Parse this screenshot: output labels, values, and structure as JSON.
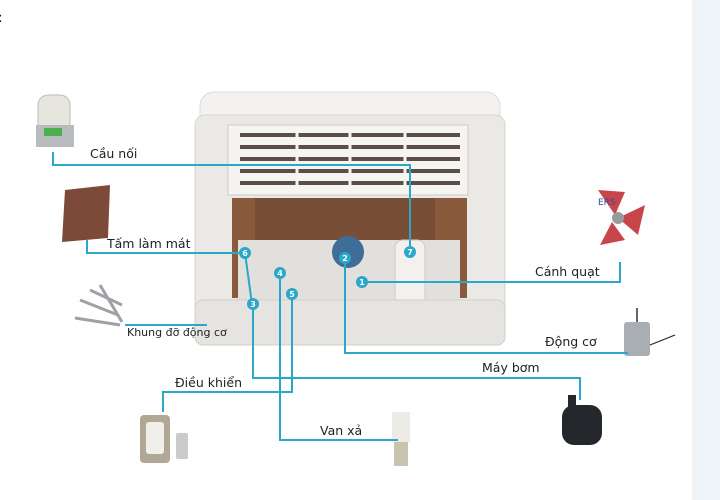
{
  "colors": {
    "line": "#2aa7c9",
    "panel": "#eef4f7",
    "pad": "#8a5a3c",
    "body": "#e8e6e2"
  },
  "header_mark": ":",
  "parts": [
    {
      "label": "Cầu nối",
      "marker": "7",
      "icon": "float-valve-icon"
    },
    {
      "label": "Tấm làm mát",
      "marker": "6",
      "icon": "cooling-pad-icon"
    },
    {
      "label": "Cánh quạt",
      "marker": "1",
      "icon": "fan-blade-icon"
    },
    {
      "label": "Khung đỡ động cơ",
      "marker": "",
      "icon": "motor-bracket-icon"
    },
    {
      "label": "Động cơ",
      "marker": "2",
      "icon": "motor-icon"
    },
    {
      "label": "Máy bơm",
      "marker": "3",
      "icon": "pump-icon"
    },
    {
      "label": "Điều khiển",
      "marker": "5",
      "icon": "controller-icon"
    },
    {
      "label": "Van xả",
      "marker": "4",
      "icon": "drain-valve-icon"
    }
  ],
  "fan_logo_text": "ERS"
}
